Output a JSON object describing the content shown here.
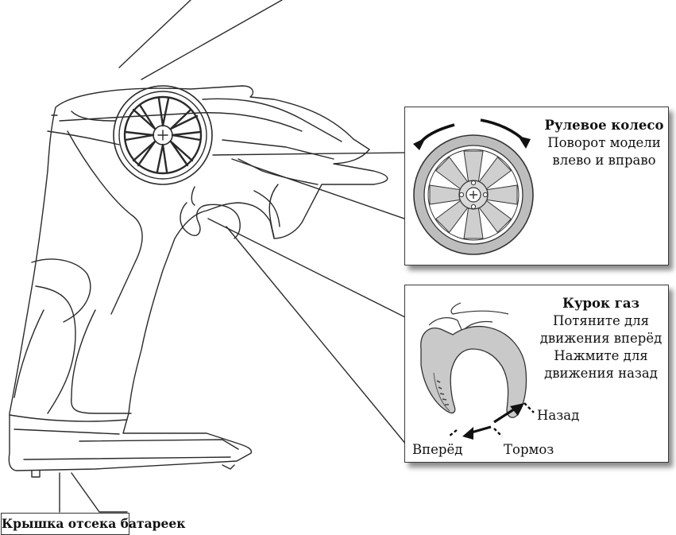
{
  "steering_callout": {
    "title": "Рулевое колесо",
    "line1": "Поворот модели",
    "line2": "влево и вправо"
  },
  "trigger_callout": {
    "title": "Курок газ",
    "line1": "Потяните для",
    "line2": "движения вперёд",
    "line3": "Нажмите для",
    "line4": "движения назад",
    "label_back": "Назад",
    "label_forward": "Вперёд",
    "label_brake": "Тормоз"
  },
  "battery_cover_label": "Крышка отсека батареек",
  "colors": {
    "line": "#2a2a2a",
    "wheel_gray": "#bdbdbd",
    "trigger_gray": "#c9c9c9"
  }
}
